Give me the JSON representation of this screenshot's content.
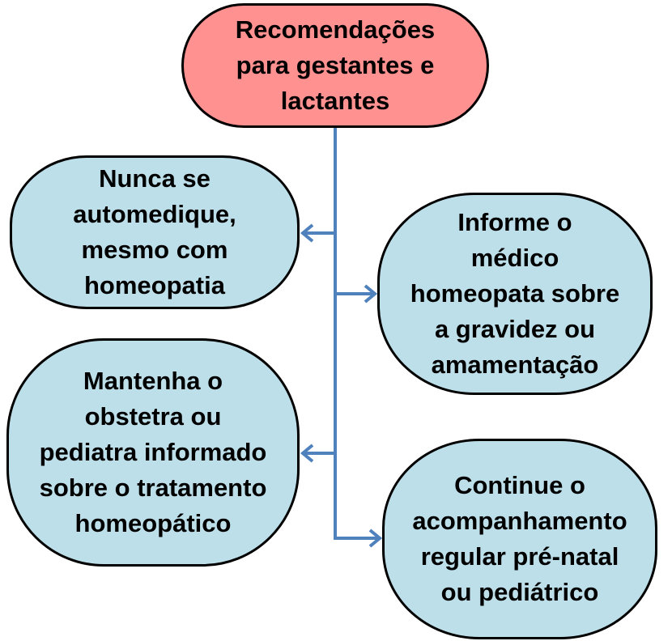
{
  "colors": {
    "root_fill": "#ff9191",
    "child_fill": "#bddfea",
    "connector": "#4f81bd",
    "border": "#000000"
  },
  "root": {
    "lines": [
      "Recomendações",
      "para gestantes e",
      "lactantes"
    ]
  },
  "children": [
    {
      "lines": [
        "Nunca se",
        "automedique,",
        "mesmo com",
        "homeopatia"
      ]
    },
    {
      "lines": [
        "Informe o",
        "médico",
        "homeopata sobre",
        "a gravidez ou",
        "amamentação"
      ]
    },
    {
      "lines": [
        "Mantenha o",
        "obstetra ou",
        "pediatra informado",
        "sobre o tratamento",
        "homeopático"
      ]
    },
    {
      "lines": [
        "Continue o",
        "acompanhamento",
        "regular pré-natal",
        "ou pediátrico"
      ]
    }
  ]
}
